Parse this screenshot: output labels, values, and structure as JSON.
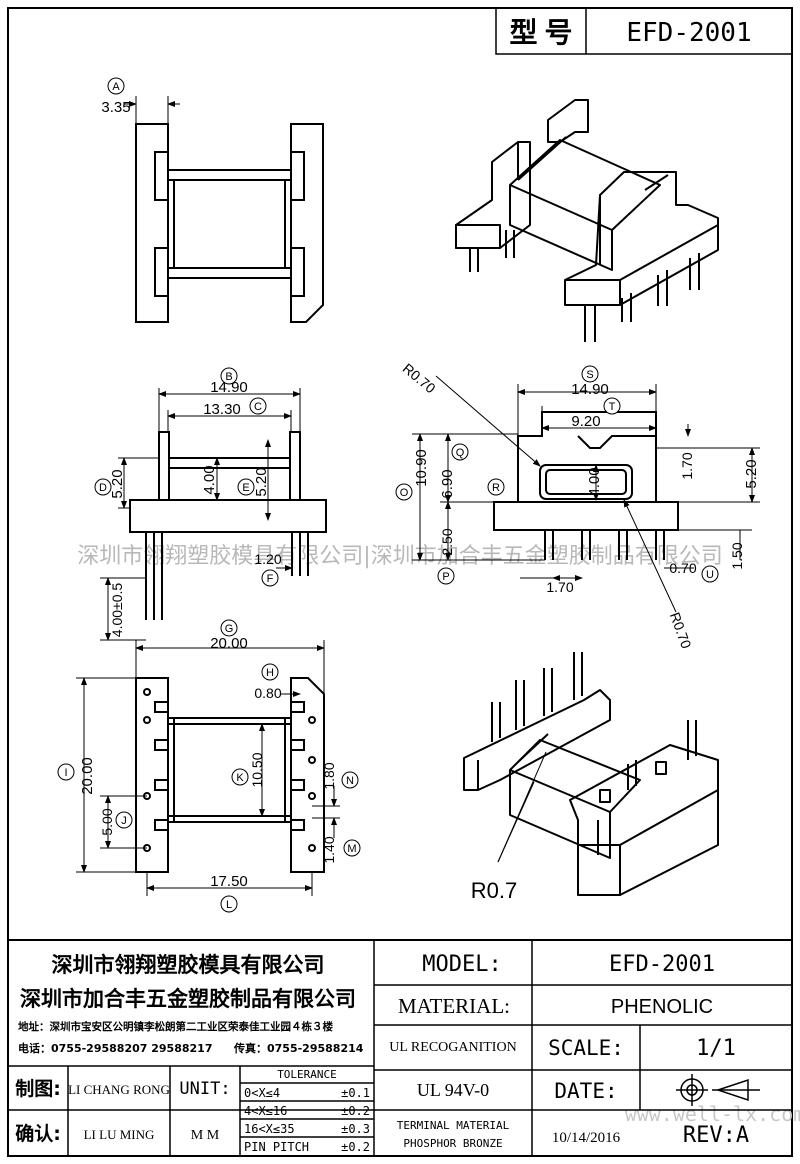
{
  "header": {
    "model_label": "型 号",
    "model_value": "EFD-2001"
  },
  "dimensions": {
    "A": {
      "letter": "A",
      "value": "3.35"
    },
    "B": {
      "letter": "B",
      "value": "14.90"
    },
    "C": {
      "letter": "C",
      "value": "13.30"
    },
    "D": {
      "letter": "D",
      "value": "5.20"
    },
    "E": {
      "letter": "E",
      "value": "5.20"
    },
    "F": {
      "letter": "F",
      "value": "1.20"
    },
    "G": {
      "letter": "G",
      "value": "20.00"
    },
    "H": {
      "letter": "H",
      "value": "0.80"
    },
    "I": {
      "letter": "I",
      "value": "20.00"
    },
    "J": {
      "letter": "J",
      "value": "5.00"
    },
    "K": {
      "letter": "K",
      "value": "10.50"
    },
    "L": {
      "letter": "L",
      "value": "17.50"
    },
    "M": {
      "letter": "M",
      "value": "1.40"
    },
    "N": {
      "letter": "N",
      "value": "1.80"
    },
    "O": {
      "letter": "O",
      "value": "10.90"
    },
    "P": {
      "letter": "P",
      "value": "2.50"
    },
    "Q": {
      "letter": "Q",
      "value": "6.90"
    },
    "R": {
      "letter": "R",
      "value": "4.00"
    },
    "S": {
      "letter": "S",
      "value": "14.90"
    },
    "T": {
      "letter": "T",
      "value": "9.20"
    },
    "U": {
      "letter": "U",
      "value": "0.70"
    }
  },
  "extra_dims": {
    "front_inner": "4.00",
    "front_pin": "4.00±0.5",
    "side_170_top": "1.70",
    "side_520": "5.20",
    "side_170_bottom": "1.70",
    "side_150": "1.50",
    "r070_top": "R0.70",
    "r070_bottom": "R0.70",
    "r07_iso": "R0.7"
  },
  "watermark": {
    "text": "深圳市翎翔塑胶模具有限公司|深圳市加合丰五金塑胶制品有限公司",
    "url": "www.well-lx.com"
  },
  "title_block": {
    "company1": "深圳市翎翔塑胶模具有限公司",
    "company2": "深圳市加合丰五金塑胶制品有限公司",
    "address": "地址：深圳市宝安区公明镇李松朗第二工业区荣泰佳工业园４栋３楼",
    "phone": "电话：0755-29588207 29588217",
    "fax": "传真：0755-29588214",
    "model_label": "MODEL:",
    "model_value": "EFD-2001",
    "material_label": "MATERIAL:",
    "material_value": "PHENOLIC",
    "ul_label": "UL RECOGANITION",
    "ul_value": "UL 94V-0",
    "scale_label": "SCALE:",
    "scale_value": "1/1",
    "date_label": "DATE:",
    "date_value": "10/14/2016",
    "rev_label": "REV:A",
    "terminal_line1": "TERMINAL MATERIAL",
    "terminal_line2": "PHOSPHOR  BRONZE",
    "drawn_label": "制图:",
    "drawn_name": "LI CHANG RONG",
    "check_label": "确认:",
    "check_name": "LI LU MING",
    "unit_label": "UNIT:",
    "unit_value": "M M",
    "tolerance_title": "TOLERANCE",
    "tolerances": [
      {
        "range": "0<X≤4",
        "value": "±0.1"
      },
      {
        "range": "4<X≤16",
        "value": "±0.2"
      },
      {
        "range": "16<X≤35",
        "value": "±0.3"
      },
      {
        "range": "PIN PITCH",
        "value": "±0.2"
      }
    ]
  }
}
